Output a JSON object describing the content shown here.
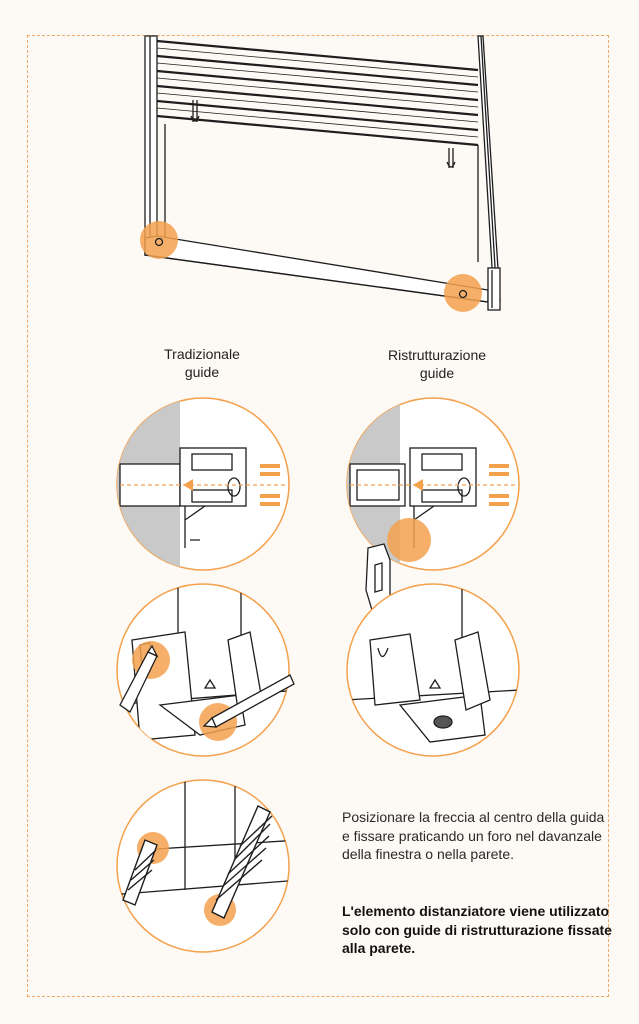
{
  "colors": {
    "accent": "#f4a14d",
    "accent_soft": "#f7c48f",
    "line": "#1e1e1e",
    "frame_border": "#f0a868",
    "background": "#fdf9f5",
    "wall": "#c9c9c9"
  },
  "labels": {
    "traditional": {
      "line1": "Tradizionale",
      "line2": "guide"
    },
    "renovation": {
      "line1": "Ristrutturazione",
      "line2": "guide"
    }
  },
  "instructions": {
    "description": "Posizionare la freccia al centro della guida e fissare praticando un foro nel davanzale della finestra o nella parete.",
    "note": "L'elemento distanziatore viene utilizzato solo con guide di ristrutturazione fissate alla parete."
  }
}
